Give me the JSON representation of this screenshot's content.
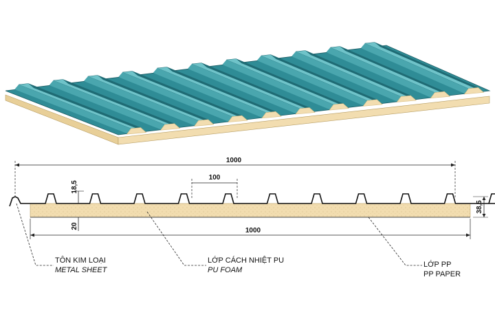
{
  "colors": {
    "metal_top": "#2f8c96",
    "metal_dark": "#1f6b74",
    "metal_light": "#6fc3c9",
    "foam": "#f2ddb0",
    "foam_dark": "#d8bf86"
  },
  "dimensions": {
    "overall_top": "1000",
    "overall_bottom": "1000",
    "rib_pitch": "100",
    "rib_height": "18,5",
    "foam_thickness": "20",
    "total_thickness": "38,5"
  },
  "labels": {
    "metal_sheet_vi": "TÔN KIM LOẠI",
    "metal_sheet_en": "METAL SHEET",
    "pu_foam_vi": "LỚP CÁCH NHIỆT PU",
    "pu_foam_en": "PU FOAM",
    "pp_vi": "LỚP PP",
    "pp_en": "PP PAPER"
  }
}
